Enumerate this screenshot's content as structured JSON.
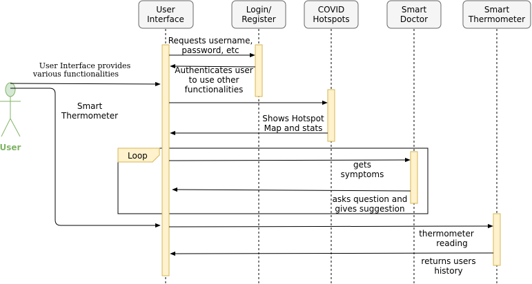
{
  "participants": [
    {
      "id": "ui",
      "line1": "User",
      "line2": "Interface"
    },
    {
      "id": "login",
      "line1": "Login/",
      "line2": "Register"
    },
    {
      "id": "covid",
      "line1": "COVID",
      "line2": "Hotspots"
    },
    {
      "id": "doctor",
      "line1": "Smart",
      "line2": "Doctor"
    },
    {
      "id": "thermo",
      "line1": "Smart",
      "line2": "Thermometer"
    }
  ],
  "actor": {
    "label": "User",
    "color": "#82b366",
    "fill": "#d5e8d4"
  },
  "colors": {
    "activation_fill": "#fff2cc",
    "activation_stroke": "#d6b656",
    "participant_fill": "#f5f5f5",
    "participant_stroke": "#666666"
  },
  "messages": {
    "m_actor_ui": {
      "line1": "User Interface provides",
      "line2": "various functionalities"
    },
    "m_actor_thermo": {
      "line1": "Smart",
      "line2": "Thermometer"
    },
    "m_requests": {
      "line1": "Requests username,",
      "line2": "password, etc"
    },
    "m_auth": {
      "line1": "Authenticates user",
      "line2": "to use other",
      "line3": "functionalities"
    },
    "m_hotspot": {
      "line1": "Shows Hotspot",
      "line2": "Map and stats"
    },
    "m_symptoms": {
      "line1": "gets",
      "line2": "symptoms"
    },
    "m_suggestion": {
      "line1": "asks question and",
      "line2": "gives suggestion"
    },
    "m_reading": {
      "line1": "thermometer",
      "line2": "reading"
    },
    "m_history": {
      "line1": "returns users",
      "line2": "history"
    }
  },
  "loop": {
    "label": "Loop"
  }
}
